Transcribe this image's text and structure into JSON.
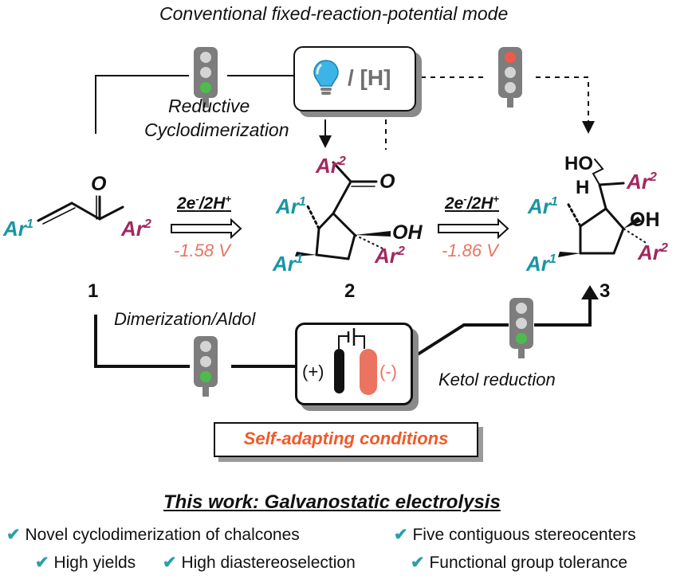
{
  "header": {
    "mode_title": "Conventional fixed-reaction-potential mode"
  },
  "conventional": {
    "reagent": "/ [H]",
    "step_label_line1": "Reductive",
    "step_label_line2": "Cyclodimerization"
  },
  "compounds": {
    "c1": {
      "number": "1",
      "ar1": "Ar",
      "ar1_sup": "1",
      "ar2": "Ar",
      "ar2_sup": "2",
      "oxygen": "O"
    },
    "c2": {
      "number": "2",
      "ar_top": "Ar",
      "ar_top_sup": "2",
      "oxygen": "O",
      "ar1_a": "Ar",
      "ar1_a_sup": "1",
      "ar1_b": "Ar",
      "ar1_b_sup": "1",
      "oh": "OH",
      "ar2": "Ar",
      "ar2_sup": "2"
    },
    "c3": {
      "number": "3",
      "ho": "HO",
      "h": "H",
      "ar2_top": "Ar",
      "ar2_top_sup": "2",
      "ar1_a": "Ar",
      "ar1_a_sup": "1",
      "ar1_b": "Ar",
      "ar1_b_sup": "1",
      "oh": "OH",
      "ar2": "Ar",
      "ar2_sup": "2"
    }
  },
  "step1": {
    "reagent": "2e",
    "reagent_sup1": "-",
    "reagent_mid": "/2H",
    "reagent_sup2": "+",
    "potential": "-1.58 V"
  },
  "step2": {
    "reagent": "2e",
    "reagent_sup1": "-",
    "reagent_mid": "/2H",
    "reagent_sup2": "+",
    "potential": "-1.86 V"
  },
  "this_work": {
    "dimerization_label": "Dimerization/Aldol",
    "ketol_label": "Ketol reduction",
    "anode": "(+)",
    "cathode": "(-)",
    "adapting_label": "Self-adapting conditions",
    "title": "This work: Galvanostatic electrolysis",
    "features": [
      "Novel cyclodimerization of chalcones",
      "Five contiguous stereocenters",
      "High yields",
      "High diastereoselection",
      "Functional group tolerance"
    ]
  },
  "colors": {
    "teal": "#1995a4",
    "magenta": "#a2285f",
    "salmon": "#ea7460",
    "orange": "#ef5a2a",
    "check": "#2aa0a8"
  },
  "icons": [
    "traffic-light-green-icon",
    "traffic-light-red-icon",
    "light-bulb-icon",
    "electrolysis-cell-icon",
    "check-icon"
  ]
}
